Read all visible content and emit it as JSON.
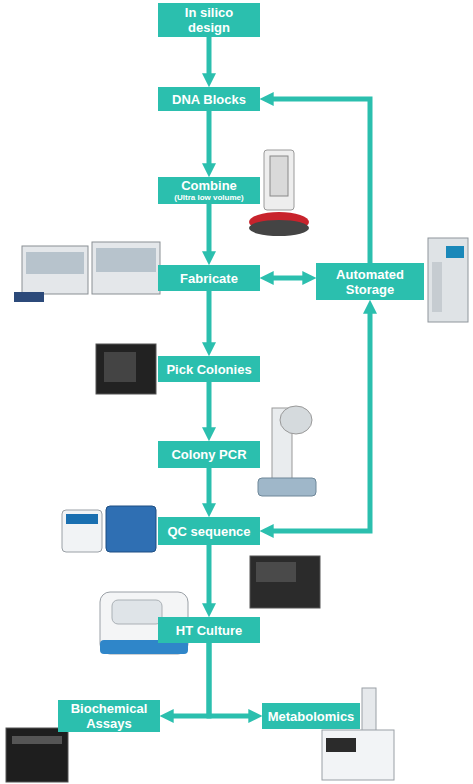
{
  "diagram": {
    "nodes": [
      {
        "text": [
          "In silico design"
        ]
      },
      {
        "text": [
          "DNA Blocks"
        ]
      },
      {
        "text": [
          "Combine",
          "(Ultra low volume)"
        ]
      },
      {
        "text": [
          "Fabricate"
        ]
      },
      {
        "text": [
          "Automated Storage"
        ]
      },
      {
        "text": [
          "Pick Colonies"
        ]
      },
      {
        "text": [
          "Colony PCR"
        ]
      },
      {
        "text": [
          "QC sequence"
        ]
      },
      {
        "text": [
          "HT Culture"
        ]
      },
      {
        "text": [
          "Biochemical Assays"
        ]
      },
      {
        "text": [
          "Metabolomics"
        ]
      }
    ],
    "edges": [
      {
        "from": 0,
        "to": 1,
        "arrow": "to"
      },
      {
        "from": 1,
        "to": 2,
        "arrow": "to"
      },
      {
        "from": 2,
        "to": 3,
        "arrow": "to"
      },
      {
        "from": 3,
        "to": 4,
        "arrow": "both"
      },
      {
        "from": 4,
        "to": 1,
        "arrow": "to"
      },
      {
        "from": 3,
        "to": 5,
        "arrow": "to"
      },
      {
        "from": 5,
        "to": 6,
        "arrow": "to"
      },
      {
        "from": 6,
        "to": 7,
        "arrow": "to"
      },
      {
        "from": 7,
        "to": 4,
        "arrow": "both"
      },
      {
        "from": 7,
        "to": 8,
        "arrow": "to"
      },
      {
        "from": 8,
        "to": 9,
        "arrow": "to"
      },
      {
        "from": 8,
        "to": 10,
        "arrow": "to"
      }
    ]
  }
}
